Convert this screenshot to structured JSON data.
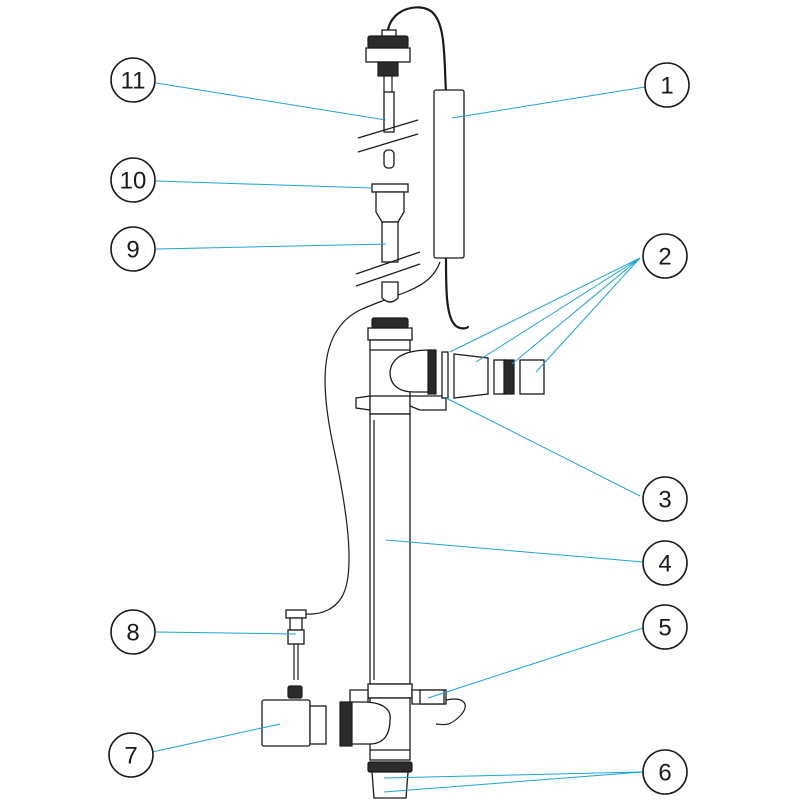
{
  "callouts": [
    {
      "id": "1",
      "label": "1"
    },
    {
      "id": "2",
      "label": "2"
    },
    {
      "id": "3",
      "label": "3"
    },
    {
      "id": "4",
      "label": "4"
    },
    {
      "id": "5",
      "label": "5"
    },
    {
      "id": "6",
      "label": "6"
    },
    {
      "id": "7",
      "label": "7"
    },
    {
      "id": "8",
      "label": "8"
    },
    {
      "id": "9",
      "label": "9"
    },
    {
      "id": "10",
      "label": "10"
    },
    {
      "id": "11",
      "label": "11"
    }
  ],
  "colors": {
    "leader": "#1aa3d9",
    "outline": "#1a1a1a",
    "background": "#ffffff"
  }
}
